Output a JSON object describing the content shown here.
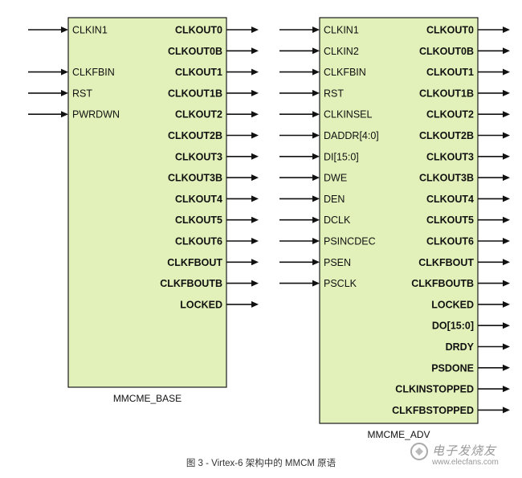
{
  "blocks": [
    {
      "name": "MMCME_BASE",
      "inputs": [
        "CLKIN1",
        "CLKFBIN",
        "RST",
        "PWRDWN"
      ],
      "outputs": [
        "CLKOUT0",
        "CLKOUT0B",
        "CLKOUT1",
        "CLKOUT1B",
        "CLKOUT2",
        "CLKOUT2B",
        "CLKOUT3",
        "CLKOUT3B",
        "CLKOUT4",
        "CLKOUT5",
        "CLKOUT6",
        "CLKFBOUT",
        "CLKFBOUTB",
        "LOCKED"
      ]
    },
    {
      "name": "MMCME_ADV",
      "inputs": [
        "CLKIN1",
        "CLKIN2",
        "CLKFBIN",
        "RST",
        "CLKINSEL",
        "DADDR[4:0]",
        "DI[15:0]",
        "DWE",
        "DEN",
        "DCLK",
        "PSINCDEC",
        "PSEN",
        "PSCLK"
      ],
      "outputs": [
        "CLKOUT0",
        "CLKOUT0B",
        "CLKOUT1",
        "CLKOUT1B",
        "CLKOUT2",
        "CLKOUT2B",
        "CLKOUT3",
        "CLKOUT3B",
        "CLKOUT4",
        "CLKOUT5",
        "CLKOUT6",
        "CLKFBOUT",
        "CLKFBOUTB",
        "LOCKED",
        "DO[15:0]",
        "DRDY",
        "PSDONE",
        "CLKINSTOPPED",
        "CLKFBSTOPPED"
      ]
    }
  ],
  "caption": "图 3 - Virtex-6 架构中的 MMCM 原语",
  "watermark": {
    "cn": "电子发烧友",
    "url": "www.elecfans.com"
  },
  "colors": {
    "block_fill": "#e2f0b9",
    "line": "#111111"
  }
}
